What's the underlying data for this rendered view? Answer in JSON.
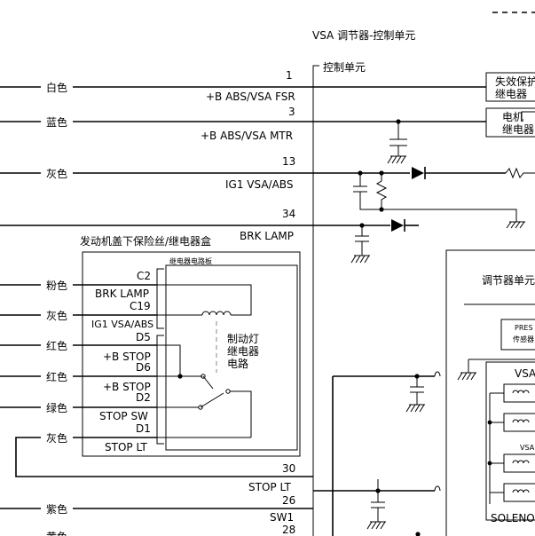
{
  "unit_title": "VSA 调节器-控制单元",
  "control_unit": "控制单元",
  "fail_safe_relay": [
    "失效保护",
    "继电器"
  ],
  "motor_relay": [
    "电机",
    "继电器"
  ],
  "modulator_unit": "调节器单元",
  "pressure_sensor": [
    "PRES",
    "传感器"
  ],
  "vsa_label": "VSA",
  "vsa_small": "VSA",
  "solenoid": "SOLENOI",
  "fuse_box_title": "发动机盖下保险丝/继电器盒",
  "relay_board": "继电器电路板",
  "brake_lamp_relay": [
    "制动灯",
    "继电器",
    "电路"
  ],
  "left_wires": [
    {
      "color": "白色"
    },
    {
      "color": "蓝色"
    },
    {
      "color": "灰色"
    },
    {
      "color": "粉色"
    },
    {
      "color": "灰色"
    },
    {
      "color": "红色"
    },
    {
      "color": "红色"
    },
    {
      "color": "绿色"
    },
    {
      "color": "灰色"
    },
    {
      "color": "紫色"
    },
    {
      "color": "黄色"
    }
  ],
  "terminals": [
    {
      "pin": "1",
      "signal": "+B ABS/VSA FSR"
    },
    {
      "pin": "3",
      "signal": "+B ABS/VSA MTR"
    },
    {
      "pin": "13",
      "signal": "IG1 VSA/ABS"
    },
    {
      "pin": "34",
      "signal": "BRK LAMP"
    },
    {
      "pin": "30",
      "signal": "STOP LT"
    },
    {
      "pin": "26",
      "signal": "SW1"
    },
    {
      "pin": "28",
      "signal": ""
    }
  ],
  "fuse_box_pins": [
    {
      "pin": "C2",
      "signal": "BRK LAMP"
    },
    {
      "pin": "C19",
      "signal": "IG1 VSA/ABS"
    },
    {
      "pin": "D5",
      "signal": "+B STOP"
    },
    {
      "pin": "D6",
      "signal": "+B STOP"
    },
    {
      "pin": "D2",
      "signal": "STOP SW"
    },
    {
      "pin": "D1",
      "signal": "STOP LT"
    }
  ]
}
